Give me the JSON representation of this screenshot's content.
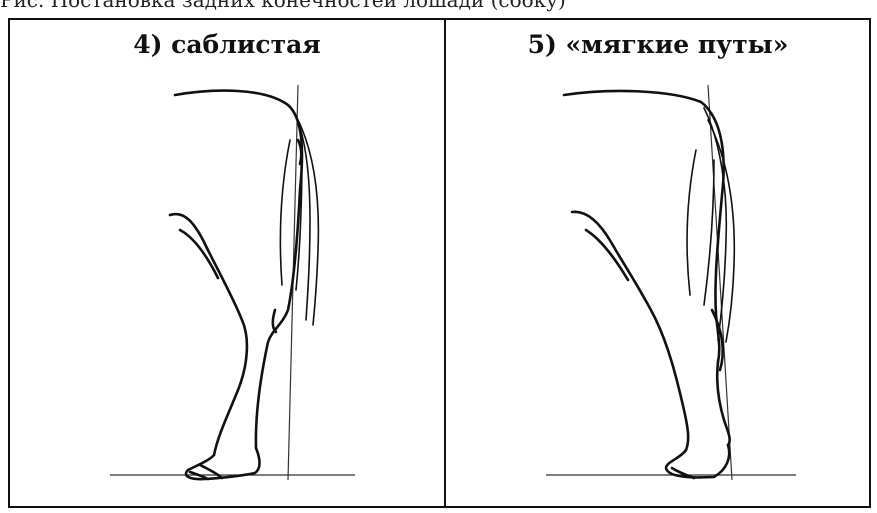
{
  "header_fragment": "Рис. Постановка задних конечностей лошади (сбоку)",
  "panels": [
    {
      "label": "4) саблистая"
    },
    {
      "label": "5) «мягкие путы»"
    }
  ]
}
